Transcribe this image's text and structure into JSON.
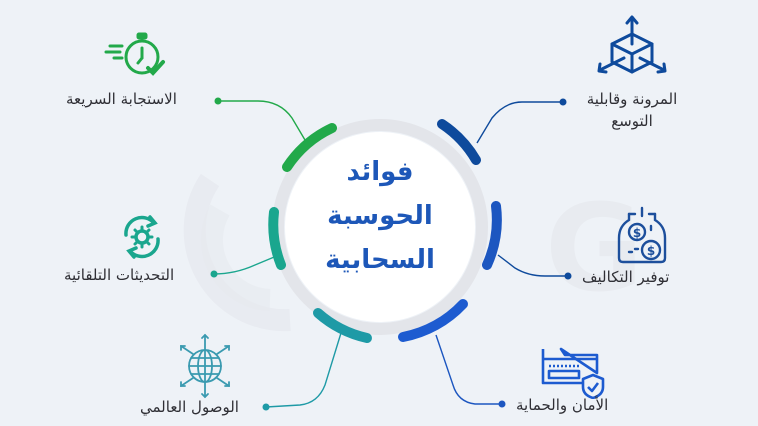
{
  "title": {
    "line1": "فوائد",
    "line2": "الحوسبة",
    "line3": "السحابية"
  },
  "colors": {
    "background": "#eef2f7",
    "title_text": "#1d57b8",
    "label_text": "#2f2f35",
    "ring_track": "#e3e5ea",
    "green": "#22a94a",
    "teal": "#1aa68e",
    "teal_blue": "#1e9aa6",
    "navy": "#0e4a9c",
    "blue": "#1c56c0",
    "royal_blue": "#1d5bd0",
    "globe": "#3a9ab0"
  },
  "benefits": [
    {
      "id": "fast-response",
      "label": "الاستجابة السريعة",
      "icon": "stopwatch-check-icon",
      "color": "#22a94a",
      "side": "left"
    },
    {
      "id": "auto-updates",
      "label": "التحديثات التلقائية",
      "icon": "gear-refresh-icon",
      "color": "#1aa68e",
      "side": "left"
    },
    {
      "id": "global-access",
      "label": "الوصول العالمي",
      "icon": "globe-arrows-icon",
      "color": "#3a9ab0",
      "side": "left"
    },
    {
      "id": "scalability",
      "label_line1": "المرونة وقابلية",
      "label_line2": "التوسع",
      "icon": "cube-arrows-icon",
      "color": "#0e4a9c",
      "side": "right"
    },
    {
      "id": "cost-saving",
      "label": "توفير التكاليف",
      "icon": "money-jar-icon",
      "color": "#1c56c0",
      "side": "right"
    },
    {
      "id": "security",
      "label": "الأمان والحماية",
      "icon": "folder-shield-icon",
      "color": "#1d5bd0",
      "side": "right"
    }
  ]
}
